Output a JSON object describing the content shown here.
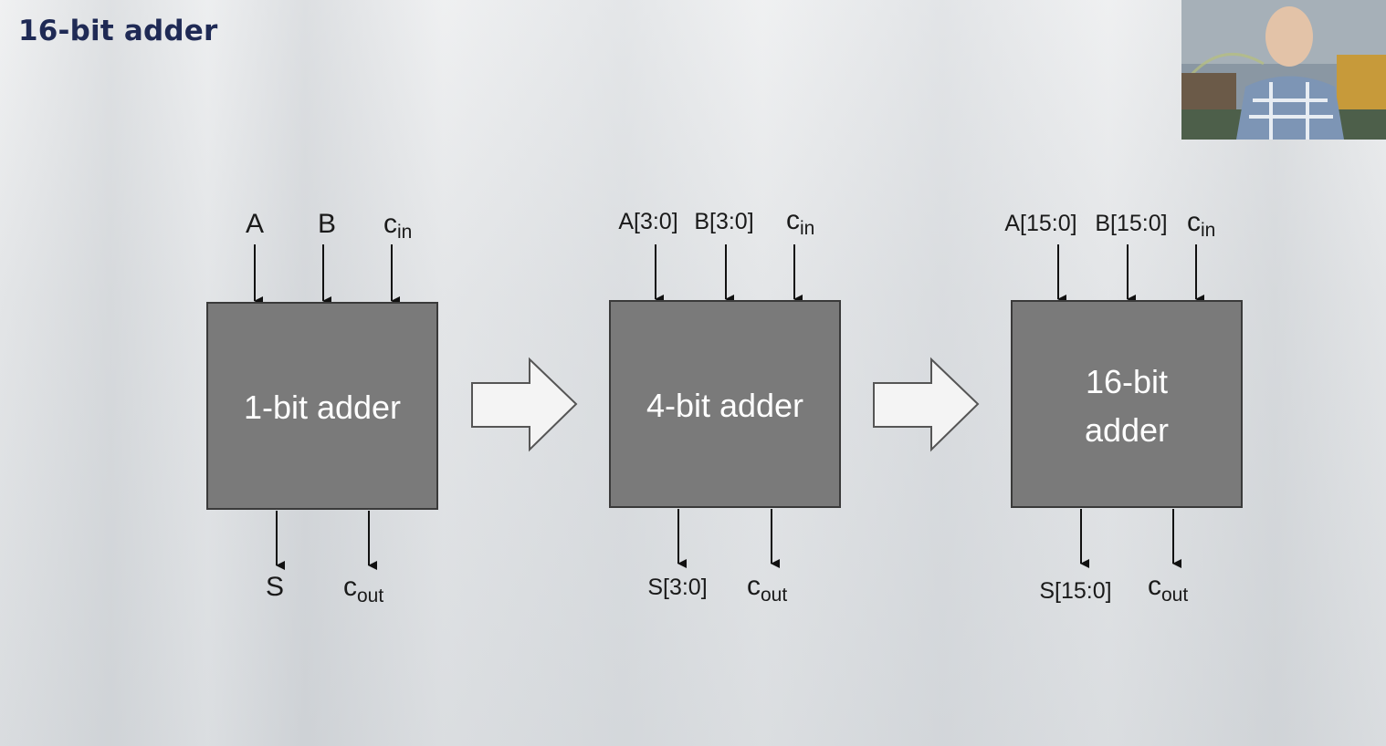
{
  "slide": {
    "title": "16-bit adder"
  },
  "blocks": [
    {
      "label_lines": [
        "1-bit adder"
      ],
      "inputs": [
        "A",
        "B"
      ],
      "carry_in": {
        "base": "c",
        "sub": "in"
      },
      "outputs": [
        "S"
      ],
      "carry_out": {
        "base": "c",
        "sub": "out"
      }
    },
    {
      "label_lines": [
        "4-bit adder"
      ],
      "inputs": [
        "A[3:0]",
        "B[3:0]"
      ],
      "carry_in": {
        "base": "c",
        "sub": "in"
      },
      "outputs": [
        "S[3:0]"
      ],
      "carry_out": {
        "base": "c",
        "sub": "out"
      }
    },
    {
      "label_lines": [
        "16-bit",
        "adder"
      ],
      "inputs": [
        "A[15:0]",
        "B[15:0]"
      ],
      "carry_in": {
        "base": "c",
        "sub": "in"
      },
      "outputs": [
        "S[15:0]"
      ],
      "carry_out": {
        "base": "c",
        "sub": "out"
      }
    }
  ],
  "colors": {
    "block_fill": "#7a7a7a",
    "block_stroke": "#3a3a3a",
    "block_text": "#ffffff",
    "label_text": "#1a1a1a",
    "arrow_fill": "#f4f4f4",
    "arrow_stroke": "#555555",
    "title": "#1f2a55"
  }
}
